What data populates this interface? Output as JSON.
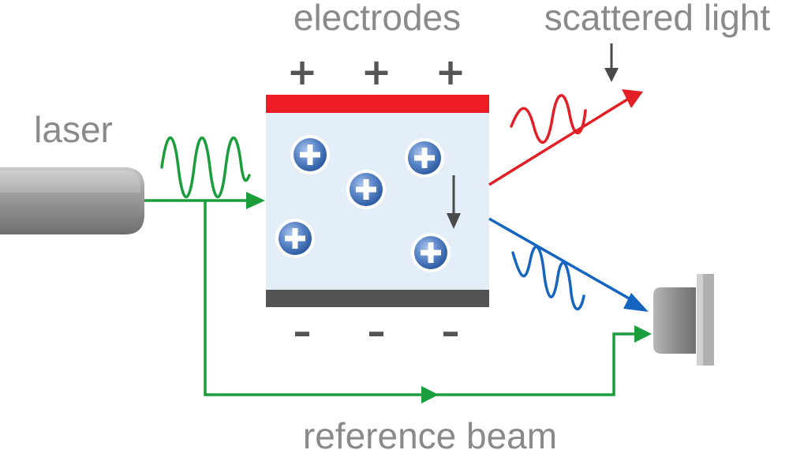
{
  "labels": {
    "electrodes": "electrodes",
    "scattered_light": "scattered light",
    "laser": "laser",
    "reference_beam": "reference beam"
  },
  "signs": {
    "positive": "+",
    "negative": "–"
  },
  "colors": {
    "laser_beam": "#1a9e3c",
    "scattered_beam": "#e31e24",
    "detected_beam": "#1565c0",
    "positive_plate": "#ed1c24",
    "negative_plate": "#545454",
    "cell_fill": "#e4eef8",
    "label_text": "#8a8a8a",
    "particle": "#4f7cc2"
  },
  "icons": {
    "laser_source": "laser-cylinder-icon",
    "detector": "detector-icon",
    "particle": "positive-particle-icon",
    "motion": "down-arrow-icon"
  }
}
